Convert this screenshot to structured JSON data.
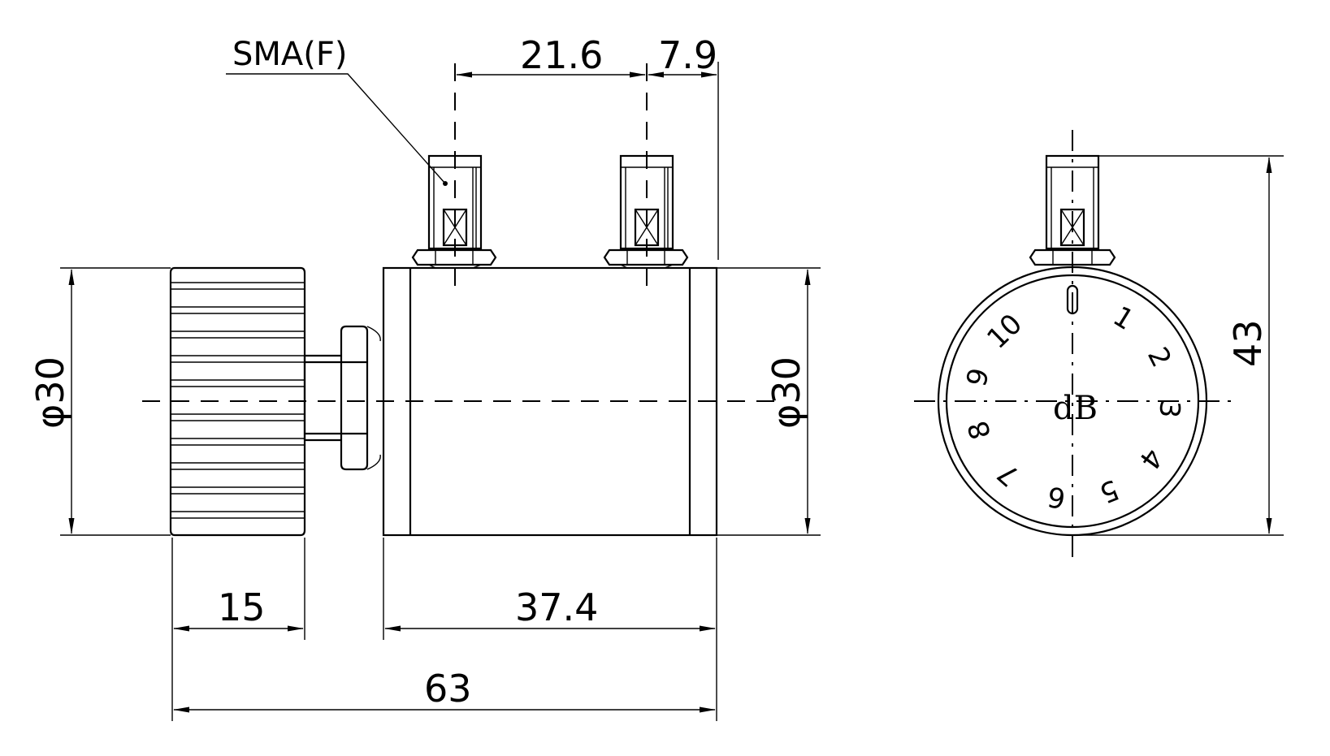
{
  "labels": {
    "connector": "SMA(F)"
  },
  "dimensions": {
    "port_spacing": "21.6",
    "port_offset": "7.9",
    "knob_diameter": "φ30",
    "body_diameter": "φ30",
    "knob_length": "15",
    "body_length": "37.4",
    "overall_length": "63",
    "overall_height": "43"
  },
  "dial": {
    "unit": "dB",
    "numbers": [
      "0",
      "1",
      "2",
      "3",
      "4",
      "5",
      "6",
      "7",
      "8",
      "9",
      "10"
    ]
  }
}
